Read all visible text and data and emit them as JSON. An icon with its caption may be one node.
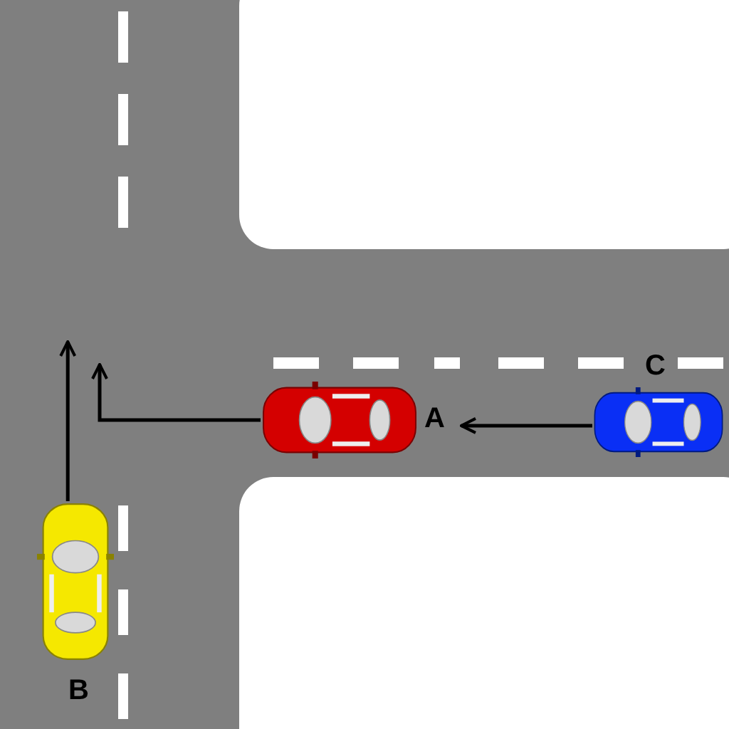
{
  "diagram": {
    "nodes": [
      {
        "text": [],
        "shape": "picture",
        "beside": [
          "B"
        ]
      },
      {
        "text": [],
        "shape": "picture",
        "beside": [
          "A"
        ]
      },
      {
        "text": [],
        "shape": "picture",
        "beside": [
          "C"
        ]
      }
    ],
    "edges": [
      {
        "from": 0,
        "to": null,
        "arrow": "to"
      },
      {
        "from": 1,
        "to": null,
        "arrow": "to"
      },
      {
        "from": 2,
        "to": 1,
        "arrow": "to"
      }
    ]
  }
}
